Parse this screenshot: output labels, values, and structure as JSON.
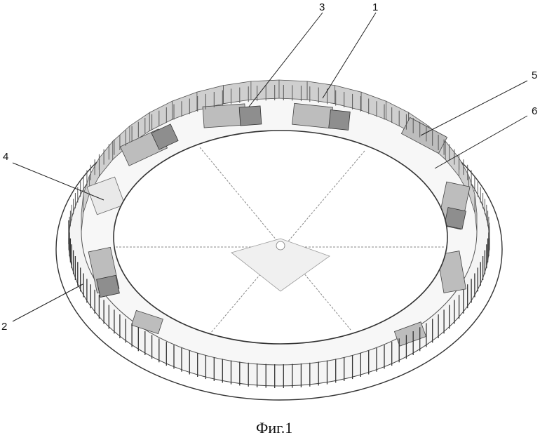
{
  "figure": {
    "caption": "Фиг.1",
    "callouts": [
      {
        "id": "c1",
        "label": "1"
      },
      {
        "id": "c2",
        "label": "2"
      },
      {
        "id": "c3",
        "label": "3"
      },
      {
        "id": "c4",
        "label": "4"
      },
      {
        "id": "c5",
        "label": "5"
      },
      {
        "id": "c6",
        "label": "6"
      }
    ]
  }
}
